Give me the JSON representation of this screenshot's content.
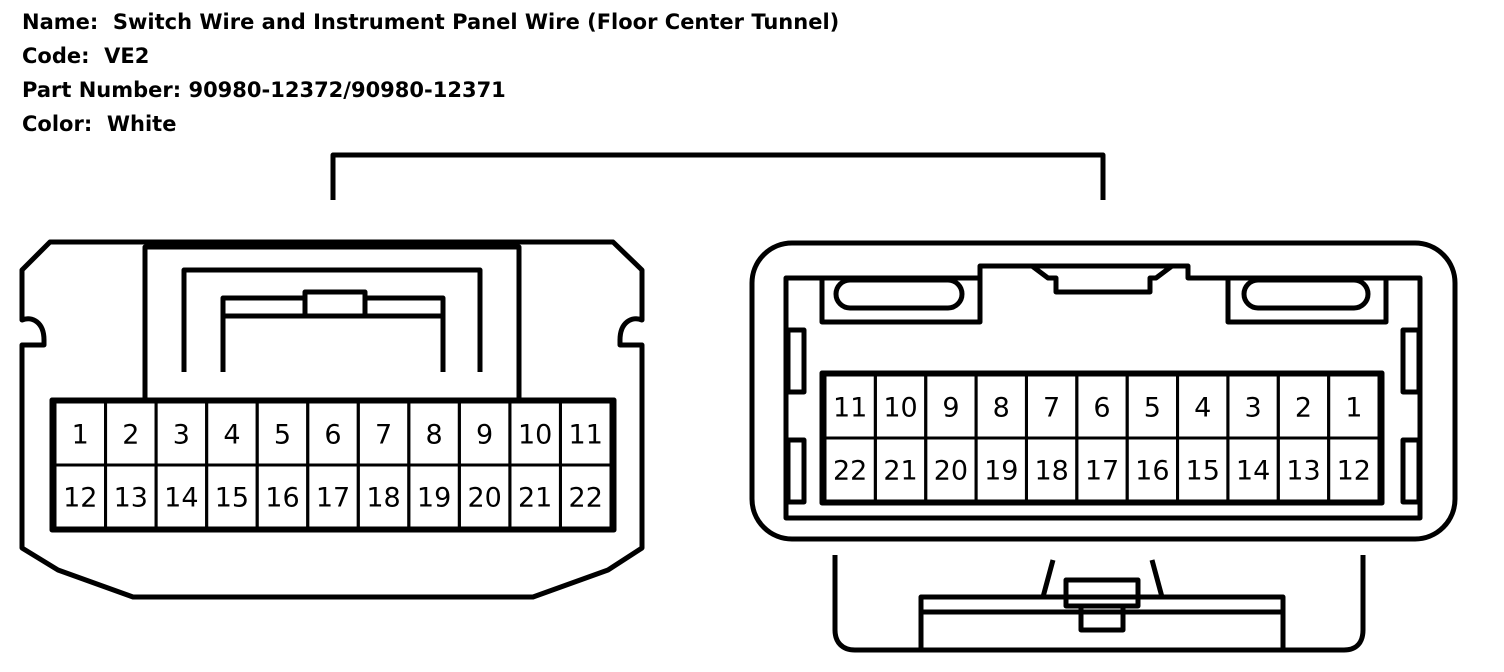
{
  "info": {
    "name_label": "Name:",
    "name_value": "Switch Wire and Instrument Panel Wire (Floor Center Tunnel)",
    "code_label": "Code:",
    "code_value": "VE2",
    "part_label": "Part Number:",
    "part_value": "90980-12372/90980-12371",
    "color_label": "Color:",
    "color_value": "White"
  },
  "connectors": {
    "left": {
      "top_row": [
        "1",
        "2",
        "3",
        "4",
        "5",
        "6",
        "7",
        "8",
        "9",
        "10",
        "11"
      ],
      "bottom_row": [
        "12",
        "13",
        "14",
        "15",
        "16",
        "17",
        "18",
        "19",
        "20",
        "21",
        "22"
      ]
    },
    "right": {
      "top_row": [
        "11",
        "10",
        "9",
        "8",
        "7",
        "6",
        "5",
        "4",
        "3",
        "2",
        "1"
      ],
      "bottom_row": [
        "22",
        "21",
        "20",
        "19",
        "18",
        "17",
        "16",
        "15",
        "14",
        "13",
        "12"
      ]
    }
  }
}
